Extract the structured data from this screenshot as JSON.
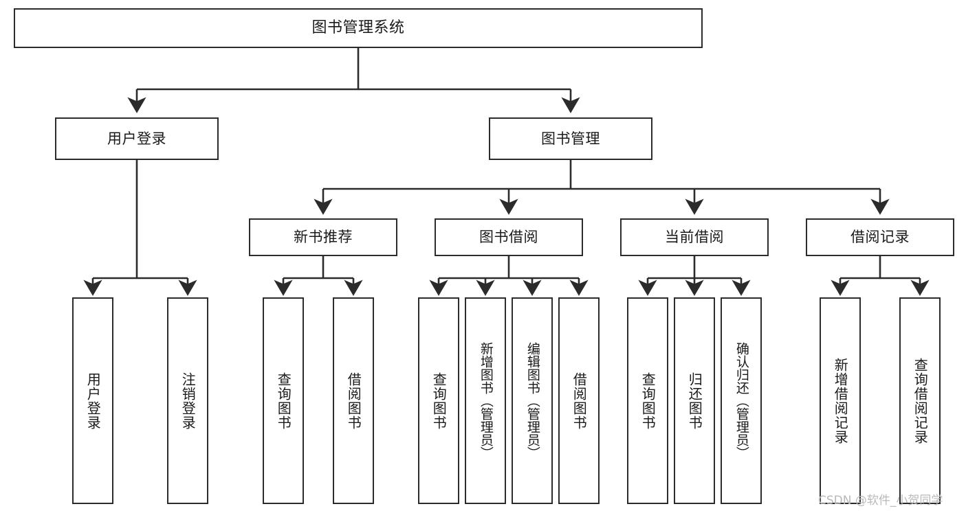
{
  "diagram": {
    "title": "图书管理系统",
    "type": "tree-flowchart",
    "orientation": "top-down",
    "node_stroke_color": "#2b2b2b",
    "node_fill_color": "#ffffff",
    "text_color": "#1a1a1a",
    "edge_color": "#2b2b2b",
    "levels": [
      {
        "level": 1,
        "nodes": [
          {
            "id": "root",
            "label": "图书管理系统"
          }
        ]
      },
      {
        "level": 2,
        "nodes": [
          {
            "id": "user-login",
            "label": "用户登录",
            "parent": "root"
          },
          {
            "id": "book-manage",
            "label": "图书管理",
            "parent": "root"
          }
        ]
      },
      {
        "level": 3,
        "nodes": [
          {
            "id": "new-book-recommend",
            "label": "新书推荐",
            "parent": "book-manage"
          },
          {
            "id": "book-borrow",
            "label": "图书借阅",
            "parent": "book-manage"
          },
          {
            "id": "current-borrow",
            "label": "当前借阅",
            "parent": "book-manage"
          },
          {
            "id": "borrow-record",
            "label": "借阅记录",
            "parent": "book-manage"
          }
        ]
      },
      {
        "level": 4,
        "nodes": [
          {
            "id": "leaf-user-login",
            "label": "用户登录",
            "parent": "user-login"
          },
          {
            "id": "leaf-user-logout",
            "label": "注销登录",
            "parent": "user-login"
          },
          {
            "id": "leaf-query-book-1",
            "label": "查询图书",
            "parent": "new-book-recommend"
          },
          {
            "id": "leaf-borrow-book-1",
            "label": "借阅图书",
            "parent": "new-book-recommend"
          },
          {
            "id": "leaf-query-book-2",
            "label": "查询图书",
            "parent": "book-borrow"
          },
          {
            "id": "leaf-add-book",
            "label": "新增图书（管理员）",
            "parent": "book-borrow"
          },
          {
            "id": "leaf-edit-book",
            "label": "编辑图书（管理员）",
            "parent": "book-borrow"
          },
          {
            "id": "leaf-borrow-book-2",
            "label": "借阅图书",
            "parent": "book-borrow"
          },
          {
            "id": "leaf-query-book-3",
            "label": "查询图书",
            "parent": "current-borrow"
          },
          {
            "id": "leaf-return-book",
            "label": "归还图书",
            "parent": "current-borrow"
          },
          {
            "id": "leaf-confirm-return",
            "label": "确认归还（管理员）",
            "parent": "current-borrow"
          },
          {
            "id": "leaf-add-record",
            "label": "新增借阅记录",
            "parent": "borrow-record"
          },
          {
            "id": "leaf-query-record",
            "label": "查询借阅记录",
            "parent": "borrow-record"
          }
        ]
      }
    ]
  },
  "watermark": {
    "text": "CSDN @软件_小贺同学"
  }
}
